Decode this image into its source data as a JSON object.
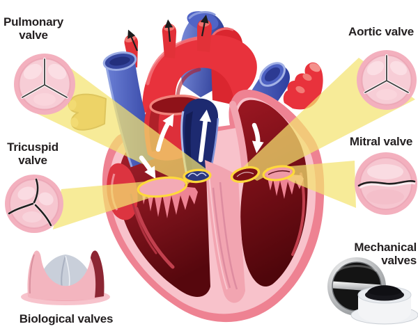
{
  "diagram": {
    "background_color": "#ffffff",
    "text_color": "#231f20",
    "callouts": [
      {
        "id": "pulmonary-valve",
        "label": "Pulmonary valve",
        "icon": "trileaflet-open-valve-icon",
        "position": "top-left"
      },
      {
        "id": "aortic-valve",
        "label": "Aortic valve",
        "icon": "trileaflet-open-valve-icon",
        "position": "top-right"
      },
      {
        "id": "tricuspid-valve",
        "label": "Tricuspid valve",
        "icon": "trileaflet-closed-valve-icon",
        "position": "middle-left"
      },
      {
        "id": "mitral-valve",
        "label": "Mitral valve",
        "icon": "bileaflet-closed-valve-icon",
        "position": "middle-right"
      },
      {
        "id": "biological-valves",
        "label": "Biological valves",
        "icon": "bioprosthetic-valve-icon",
        "position": "bottom-left"
      },
      {
        "id": "mechanical-valves",
        "label": "Mechanical valves",
        "icon": "mechanical-valve-icon",
        "position": "bottom-right"
      }
    ],
    "colors": {
      "artery_red": "#e8323c",
      "vein_blue": "#3d52b5",
      "heart_wall_pink": "#ee8292",
      "chamber_dark_red": "#7a0f18",
      "pulmonary_artery_tan": "#d9a850",
      "highlight_beam_yellow": "#f4e370",
      "valve_marker_yellow": "#ffd93b",
      "callout_circle_pink": "#f3b0be",
      "prosthetic_leaflet_gray": "#c9cfda",
      "mechanical_black": "#141414"
    },
    "icons": [
      "blood-flow-arrow-icon",
      "outflow-arrow-icon"
    ]
  }
}
